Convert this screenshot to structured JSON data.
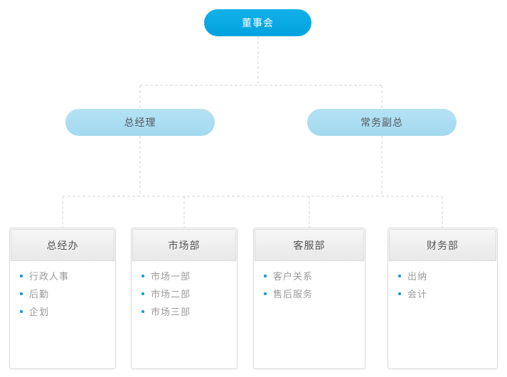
{
  "colors": {
    "root-fill-top": "#14b0ea",
    "root-fill": "#00a2dd",
    "root-text": "#ffffff",
    "manager-fill-top": "#b5e2f4",
    "manager-fill": "#a2d9ef",
    "manager-text": "#54595c",
    "connector": "#d4d4d4",
    "dept-border": "#d9d9d9",
    "dept-header-border": "#d8d8d8",
    "dept-header-text": "#555555",
    "item-text": "#9a9a9a",
    "bullet": "#1b9cd6"
  },
  "org_chart": {
    "root": {
      "label": "董事会"
    },
    "level2": [
      {
        "label": "总经理"
      },
      {
        "label": "常务副总"
      }
    ],
    "departments": [
      {
        "title": "总经办",
        "items": [
          "行政人事",
          "后勤",
          "企划"
        ]
      },
      {
        "title": "市场部",
        "items": [
          "市场一部",
          "市场二部",
          "市场三部"
        ]
      },
      {
        "title": "客服部",
        "items": [
          "客户关系",
          "售后服务"
        ]
      },
      {
        "title": "财务部",
        "items": [
          "出纳",
          "会计"
        ]
      }
    ]
  }
}
